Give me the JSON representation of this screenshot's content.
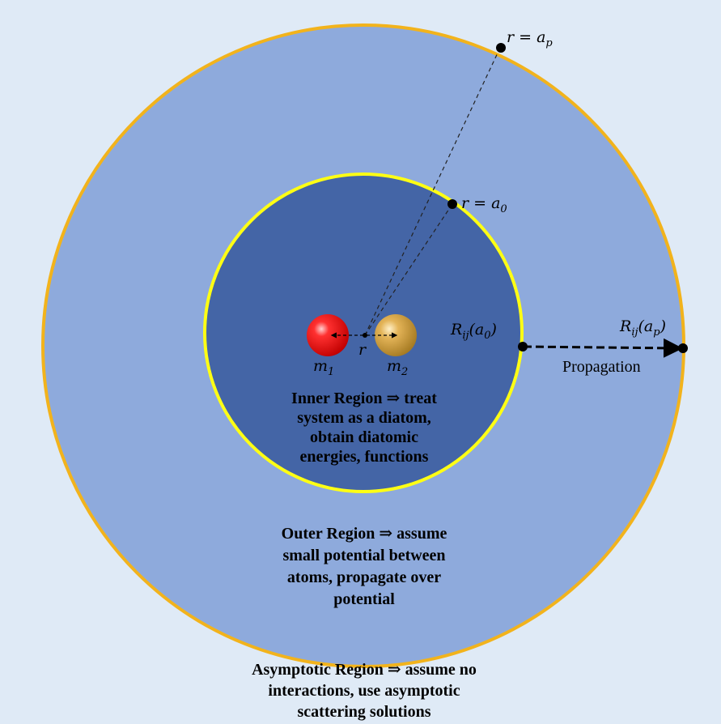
{
  "colors": {
    "background": "#dfeaf6",
    "outer_fill": "#8eaadc",
    "outer_border": "#f2b31c",
    "inner_fill": "#4465a6",
    "inner_border": "#ffff14",
    "mass1": "#ff1a1a",
    "mass2": "#d9a843"
  },
  "labels": {
    "r_ap": "r = a",
    "r_ap_sub": "p",
    "r_a0": "r = a",
    "r_a0_sub": "0",
    "r_center": "r",
    "m1": "m",
    "m1_sub": "1",
    "m2": "m",
    "m2_sub": "2",
    "Rij_a0": "R",
    "Rij_a0_sub": "ij",
    "Rij_a0_arg": "(a",
    "Rij_a0_arg_sub": "0",
    "Rij_a0_close": ")",
    "Rij_ap": "R",
    "Rij_ap_sub": "ij",
    "Rij_ap_arg": "(a",
    "Rij_ap_arg_sub": "p",
    "Rij_ap_close": ")",
    "propagation": "Propagation"
  },
  "regions": {
    "inner": [
      "Inner Region ⇒ treat",
      "system as a diatom,",
      "obtain diatomic",
      "energies, functions"
    ],
    "outer": [
      "Outer Region ⇒ assume",
      "small potential between",
      "atoms, propagate over",
      "potential"
    ],
    "asymptotic": [
      "Asymptotic Region ⇒ assume no",
      "interactions, use asymptotic",
      "scattering solutions"
    ]
  }
}
